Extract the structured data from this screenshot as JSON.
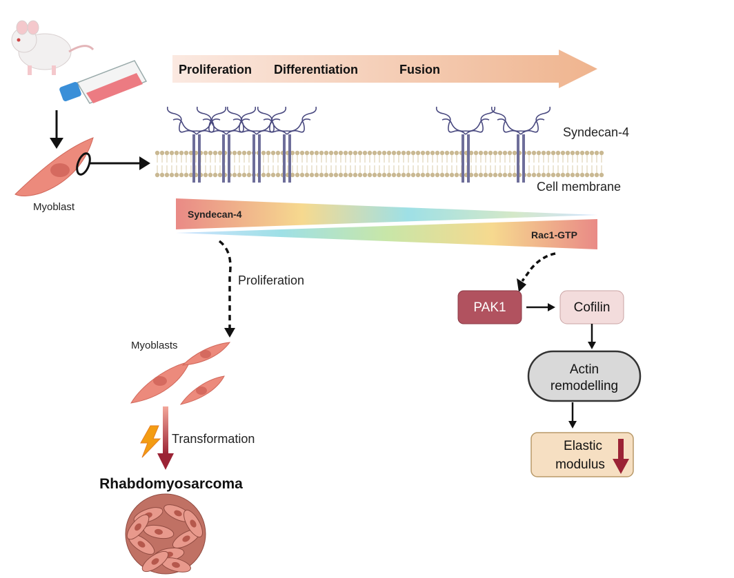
{
  "stage_arrow": {
    "labels": [
      "Proliferation",
      "Differentiation",
      "Fusion"
    ]
  },
  "membrane": {
    "syndecan_label": "Syndecan-4",
    "membrane_label": "Cell membrane"
  },
  "source": {
    "cell_label": "Myoblast"
  },
  "gradient": {
    "top_label": "Syndecan-4",
    "bottom_label": "Rac1-GTP"
  },
  "left_branch": {
    "proliferation_label": "Proliferation",
    "myoblasts_label": "Myoblasts",
    "transformation_label": "Transformation",
    "outcome_label": "Rhabdomyosarcoma"
  },
  "right_branch": {
    "pak1_label": "PAK1",
    "cofilin_label": "Cofilin",
    "actin_line1": "Actin",
    "actin_line2": "remodelling",
    "elastic_line1": "Elastic",
    "elastic_line2": "modulus"
  },
  "colors": {
    "pak1_fill": "#b1525f",
    "cofilin_fill": "#f3dcdc",
    "actin_fill": "#d9d9d9",
    "elastic_fill": "#f6dfc2",
    "down_arrow": "#9b2335",
    "cell_fill": "#ec8a7c"
  }
}
